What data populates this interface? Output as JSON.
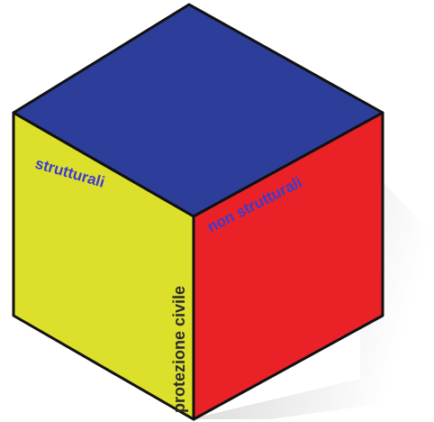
{
  "diagram": {
    "faces": {
      "top": {
        "color": "#2d3e9a"
      },
      "left": {
        "color": "#dde02a",
        "label": "strutturali",
        "label_color": "#3b3bd0"
      },
      "right": {
        "color": "#ea2227",
        "label": "non strutturali",
        "label_color": "#3b3bd0"
      },
      "edge": {
        "label": "protezione civile",
        "label_color": "#2a2a2a"
      }
    },
    "outline_color": "#111111",
    "shadow_color": "#d8d8d8"
  }
}
